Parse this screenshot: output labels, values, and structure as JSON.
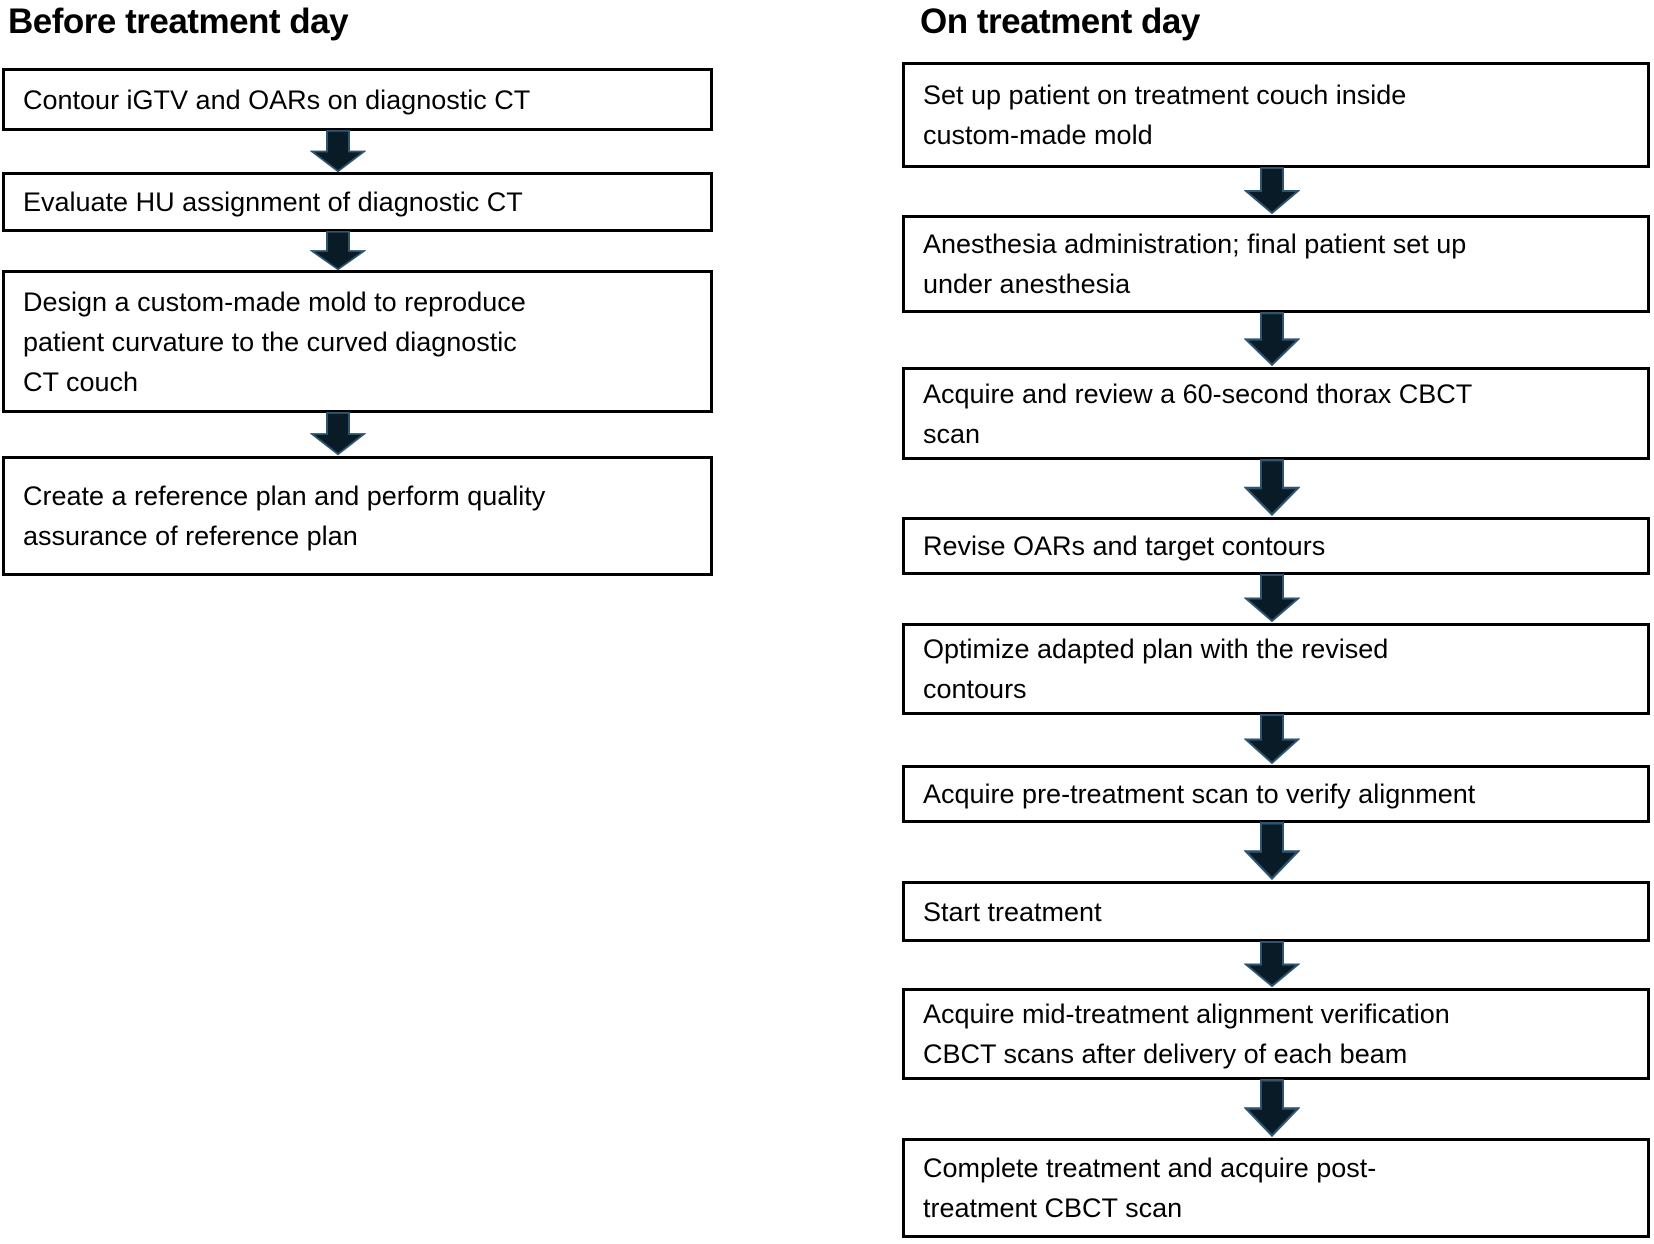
{
  "styles": {
    "background": "#ffffff",
    "box_border": "#000000",
    "text_color": "#000000",
    "arrow_fill": "#0a1b28",
    "arrow_outline": "#2e556f"
  },
  "flowchart": {
    "left_column": {
      "title": "Before treatment day",
      "steps": [
        {
          "label": "Contour iGTV and OARs on diagnostic CT"
        },
        {
          "label": "Evaluate HU assignment of diagnostic CT"
        },
        {
          "label": "Design a custom-made mold to reproduce\npatient curvature to the curved diagnostic\nCT couch"
        },
        {
          "label": "Create a reference plan and perform quality\nassurance of reference plan"
        }
      ]
    },
    "right_column": {
      "title": "On treatment day",
      "steps": [
        {
          "label": "Set up patient on treatment couch inside\ncustom-made mold"
        },
        {
          "label": "Anesthesia administration; final patient set up\nunder anesthesia"
        },
        {
          "label": "Acquire and review a 60-second thorax CBCT\nscan"
        },
        {
          "label": "Revise OARs and target contours"
        },
        {
          "label": "Optimize adapted plan with the revised\ncontours"
        },
        {
          "label": "Acquire pre-treatment scan to verify alignment"
        },
        {
          "label": "Start treatment"
        },
        {
          "label": "Acquire mid-treatment alignment verification\nCBCT scans after delivery of each beam"
        },
        {
          "label": "Complete treatment and acquire post-\ntreatment CBCT scan"
        }
      ]
    }
  }
}
